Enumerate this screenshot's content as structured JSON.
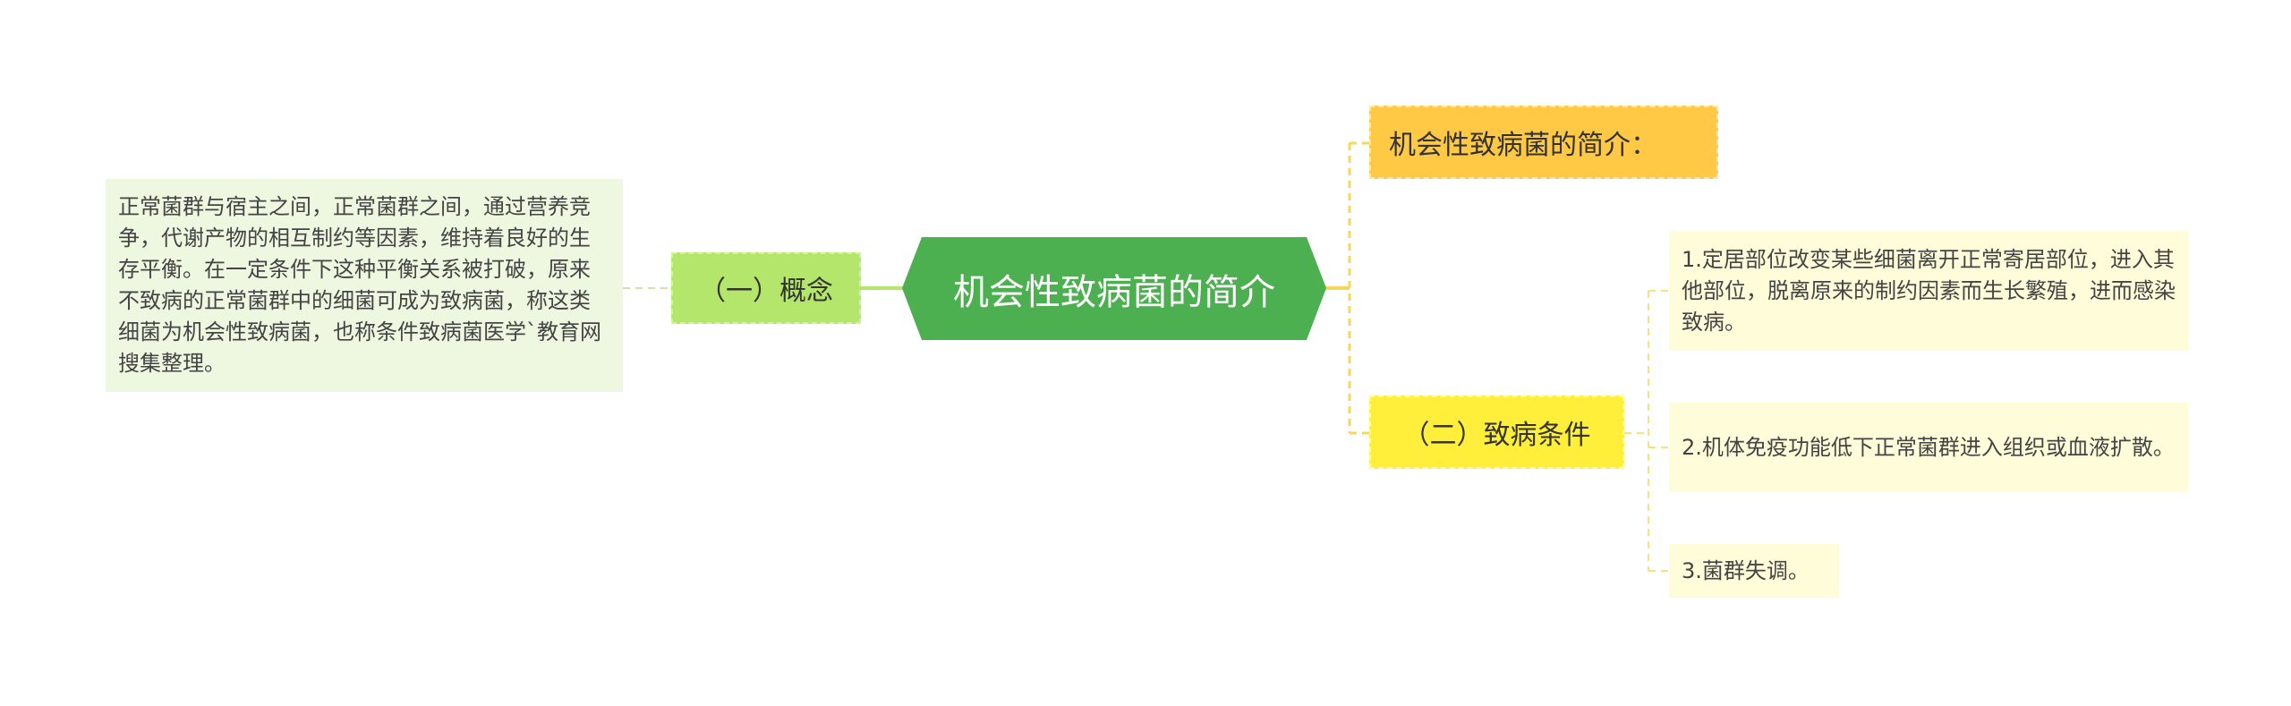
{
  "root": {
    "title": "机会性致病菌的简介"
  },
  "left": {
    "branch": "（一）概念",
    "leaf": "正常菌群与宿主之间，正常菌群之间，通过营养竞争，代谢产物的相互制约等因素，维持着良好的生存平衡。在一定条件下这种平衡关系被打破，原来不致病的正常菌群中的细菌可成为致病菌，称这类细菌为机会性致病菌，也称条件致病菌医学`教育网搜集整理。"
  },
  "right": {
    "intro": "机会性致病菌的简介：",
    "conditions": {
      "label": "（二）致病条件",
      "items": [
        "1.定居部位改变某些细菌离开正常寄居部位，进入其他部位，脱离原来的制约因素而生长繁殖，进而感染致病。",
        "2.机体免疫功能低下正常菌群进入组织或血液扩散。",
        "3.菌群失调。"
      ]
    }
  },
  "colors": {
    "root": "#4caf50",
    "concept": "#b3e66a",
    "concept_leaf": "#eef8e0",
    "intro": "#ffc845",
    "conditions": "#ffee3a",
    "leaf": "#fffcd9",
    "link_green": "#b3e66a",
    "link_yellow": "#f5d85a"
  }
}
